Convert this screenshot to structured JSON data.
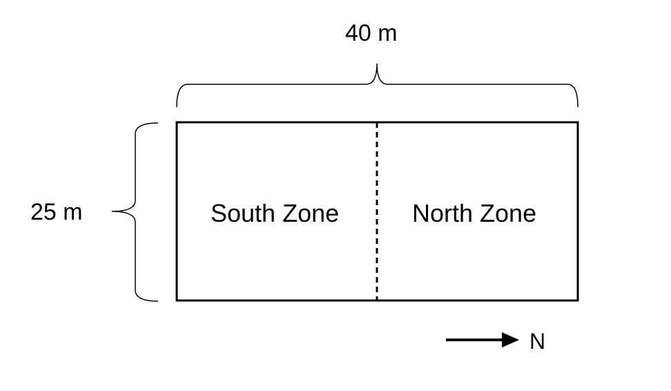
{
  "dimensions": {
    "width_label": "40 m",
    "height_label": "25 m"
  },
  "zones": {
    "south_label": "South Zone",
    "north_label": "North Zone"
  },
  "compass": {
    "label": "N",
    "icon": "arrow-right-icon"
  },
  "colors": {
    "stroke": "#000000",
    "background": "#ffffff"
  }
}
